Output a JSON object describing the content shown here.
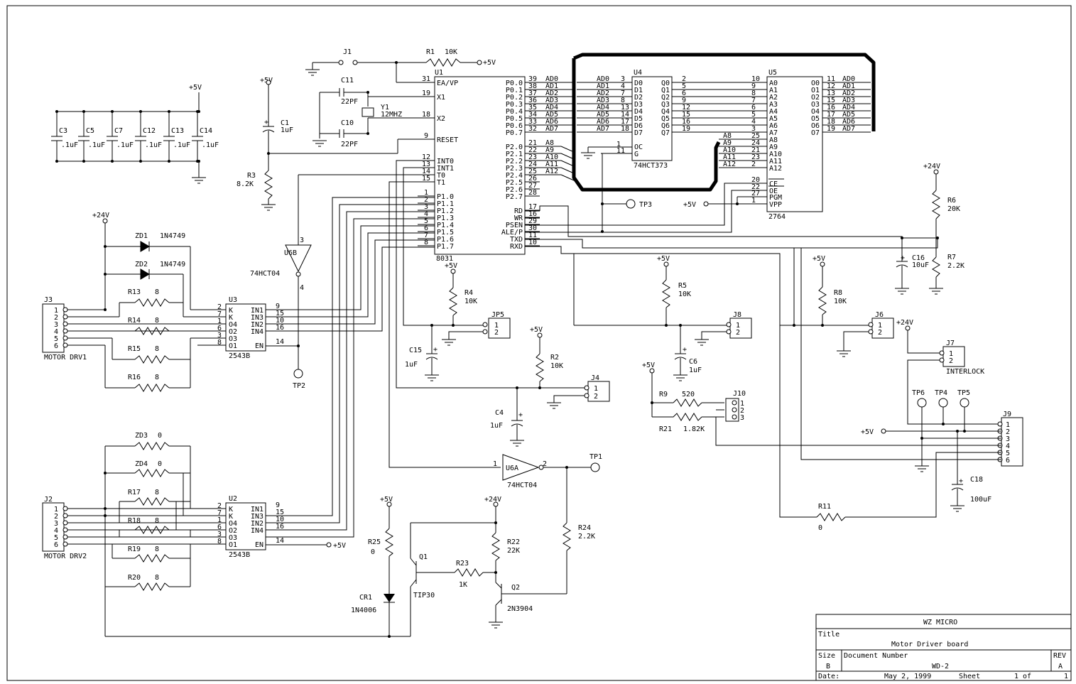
{
  "titleblock": {
    "company": "WZ MICRO",
    "title_label": "Title",
    "title": "Motor Driver board",
    "size_label": "Size",
    "size": "B",
    "docnum_label": "Document Number",
    "docnum": "WD-2",
    "rev_label": "REV",
    "rev": "A",
    "date_label": "Date:",
    "date": "May  2, 1999",
    "sheet_label": "Sheet",
    "sheet": "1",
    "of_label": "of",
    "sheets": "1"
  },
  "mcu": {
    "ref": "U1",
    "part": "8031",
    "left_pins": [
      {
        "num": "31",
        "name": "EA/VP"
      },
      {
        "num": "19",
        "name": "X1"
      },
      {
        "num": "18",
        "name": "X2"
      },
      {
        "num": "9",
        "name": "RESET"
      },
      {
        "num": "12",
        "name": "INT0"
      },
      {
        "num": "13",
        "name": "INT1"
      },
      {
        "num": "14",
        "name": "T0"
      },
      {
        "num": "15",
        "name": "T1"
      },
      {
        "num": "1",
        "name": "P1.0"
      },
      {
        "num": "2",
        "name": "P1.1"
      },
      {
        "num": "3",
        "name": "P1.2"
      },
      {
        "num": "4",
        "name": "P1.3"
      },
      {
        "num": "5",
        "name": "P1.4"
      },
      {
        "num": "6",
        "name": "P1.5"
      },
      {
        "num": "7",
        "name": "P1.6"
      },
      {
        "num": "8",
        "name": "P1.7"
      }
    ],
    "right_pins": [
      {
        "num": "39",
        "name": "P0.0",
        "net": "AD0"
      },
      {
        "num": "38",
        "name": "P0.1",
        "net": "AD1"
      },
      {
        "num": "37",
        "name": "P0.2",
        "net": "AD2"
      },
      {
        "num": "36",
        "name": "P0.3",
        "net": "AD3"
      },
      {
        "num": "35",
        "name": "P0.4",
        "net": "AD4"
      },
      {
        "num": "34",
        "name": "P0.5",
        "net": "AD5"
      },
      {
        "num": "33",
        "name": "P0.6",
        "net": "AD6"
      },
      {
        "num": "32",
        "name": "P0.7",
        "net": "AD7"
      },
      {
        "num": "21",
        "name": "P2.0",
        "net": "A8"
      },
      {
        "num": "22",
        "name": "P2.1",
        "net": "A9"
      },
      {
        "num": "23",
        "name": "P2.2",
        "net": "A10"
      },
      {
        "num": "24",
        "name": "P2.3",
        "net": "A11"
      },
      {
        "num": "25",
        "name": "P2.4",
        "net": "A12"
      },
      {
        "num": "26",
        "name": "P2.5",
        "net": ""
      },
      {
        "num": "27",
        "name": "P2.6",
        "net": ""
      },
      {
        "num": "28",
        "name": "P2.7",
        "net": ""
      },
      {
        "num": "17",
        "name": "RD",
        "net": ""
      },
      {
        "num": "16",
        "name": "WR",
        "net": ""
      },
      {
        "num": "29",
        "name": "PSEN",
        "net": ""
      },
      {
        "num": "30",
        "name": "ALE/P",
        "net": ""
      },
      {
        "num": "11",
        "name": "TXD",
        "net": ""
      },
      {
        "num": "10",
        "name": "RXD",
        "net": ""
      }
    ]
  },
  "latch": {
    "ref": "U4",
    "part": "74HCT373",
    "rows": [
      {
        "net": "AD0",
        "din": "3",
        "d": "D0",
        "q": "Q0",
        "qout": "2"
      },
      {
        "net": "AD1",
        "din": "4",
        "d": "D1",
        "q": "Q1",
        "qout": "5"
      },
      {
        "net": "AD2",
        "din": "7",
        "d": "D2",
        "q": "Q2",
        "qout": "6"
      },
      {
        "net": "AD3",
        "din": "8",
        "d": "D3",
        "q": "Q3",
        "qout": "9"
      },
      {
        "net": "AD4",
        "din": "13",
        "d": "D4",
        "q": "Q4",
        "qout": "12"
      },
      {
        "net": "AD5",
        "din": "14",
        "d": "D5",
        "q": "Q5",
        "qout": "15"
      },
      {
        "net": "AD6",
        "din": "17",
        "d": "D6",
        "q": "Q6",
        "qout": "16"
      },
      {
        "net": "AD7",
        "din": "18",
        "d": "D7",
        "q": "Q7",
        "qout": "19"
      }
    ],
    "oc_pin": "1",
    "oc": "OC",
    "g_pin": "11",
    "g": "G"
  },
  "eprom": {
    "ref": "U5",
    "part": "2764",
    "addr": [
      {
        "pin": "10",
        "name": "A0"
      },
      {
        "pin": "9",
        "name": "A1"
      },
      {
        "pin": "8",
        "name": "A2"
      },
      {
        "pin": "7",
        "name": "A3"
      },
      {
        "pin": "6",
        "name": "A4"
      },
      {
        "pin": "5",
        "name": "A5"
      },
      {
        "pin": "4",
        "name": "A6"
      },
      {
        "pin": "3",
        "name": "A7"
      },
      {
        "pin": "25",
        "name": "A8",
        "net": "A8"
      },
      {
        "pin": "24",
        "name": "A9",
        "net": "A9"
      },
      {
        "pin": "21",
        "name": "A10",
        "net": "A10"
      },
      {
        "pin": "23",
        "name": "A11",
        "net": "A11"
      },
      {
        "pin": "2",
        "name": "A12",
        "net": "A12"
      }
    ],
    "ctrl": [
      {
        "pin": "20",
        "name": "CE"
      },
      {
        "pin": "22",
        "name": "OE"
      },
      {
        "pin": "27",
        "name": "PGM"
      },
      {
        "pin": "1",
        "name": "VPP"
      }
    ],
    "out": [
      {
        "name": "O0",
        "pin": "11",
        "net": "AD0"
      },
      {
        "name": "O1",
        "pin": "12",
        "net": "AD1"
      },
      {
        "name": "O2",
        "pin": "13",
        "net": "AD2"
      },
      {
        "name": "O3",
        "pin": "15",
        "net": "AD3"
      },
      {
        "name": "O4",
        "pin": "16",
        "net": "AD4"
      },
      {
        "name": "O5",
        "pin": "17",
        "net": "AD5"
      },
      {
        "name": "O6",
        "pin": "18",
        "net": "AD6"
      },
      {
        "name": "O7",
        "pin": "19",
        "net": "AD7"
      }
    ]
  },
  "drivers": {
    "u3": {
      "ref": "U3",
      "part": "2543B"
    },
    "u2": {
      "ref": "U2",
      "part": "2543B"
    },
    "left_pins": [
      {
        "num": "2",
        "name": "K"
      },
      {
        "num": "7",
        "name": "K"
      },
      {
        "num": "1",
        "name": "O4"
      },
      {
        "num": "6",
        "name": "O2"
      },
      {
        "num": "3",
        "name": "O3"
      },
      {
        "num": "8",
        "name": "O1"
      }
    ],
    "right_pins": [
      {
        "num": "9",
        "name": "IN1"
      },
      {
        "num": "15",
        "name": "IN3"
      },
      {
        "num": "10",
        "name": "IN2"
      },
      {
        "num": "16",
        "name": "IN4"
      },
      {
        "num": "14",
        "name": "EN"
      }
    ]
  },
  "connectors": {
    "j3": {
      "ref": "J3",
      "label": "MOTOR DRV1",
      "pins": [
        "1",
        "2",
        "3",
        "4",
        "5",
        "6"
      ]
    },
    "j2": {
      "ref": "J2",
      "label": "MOTOR DRV2",
      "pins": [
        "1",
        "2",
        "3",
        "4",
        "5",
        "6"
      ]
    },
    "j9": {
      "ref": "J9",
      "pins": [
        "1",
        "2",
        "3",
        "4",
        "5",
        "6"
      ]
    },
    "j10": {
      "ref": "J10",
      "pins": [
        "1",
        "2",
        "3"
      ]
    },
    "j7": {
      "ref": "J7",
      "label": "INTERLOCK",
      "pins": [
        "1",
        "2"
      ]
    },
    "jp5": {
      "ref": "JP5",
      "pins": [
        "1",
        "2"
      ]
    },
    "j8": {
      "ref": "J8",
      "pins": [
        "1",
        "2"
      ]
    },
    "j6": {
      "ref": "J6",
      "pins": [
        "1",
        "2"
      ]
    },
    "j4": {
      "ref": "J4",
      "pins": [
        "1",
        "2"
      ]
    },
    "j1": {
      "ref": "J1"
    }
  },
  "parts": {
    "r1": {
      "ref": "R1",
      "val": "10K"
    },
    "r2": {
      "ref": "R2",
      "val": "10K"
    },
    "r3": {
      "ref": "R3",
      "val": "8.2K"
    },
    "r4": {
      "ref": "R4",
      "val": "10K"
    },
    "r5": {
      "ref": "R5",
      "val": "10K"
    },
    "r6": {
      "ref": "R6",
      "val": "20K"
    },
    "r7": {
      "ref": "R7",
      "val": "2.2K"
    },
    "r8": {
      "ref": "R8",
      "val": "10K"
    },
    "r9": {
      "ref": "R9",
      "val": "520"
    },
    "r11": {
      "ref": "R11",
      "val": "0"
    },
    "r13": {
      "ref": "R13",
      "val": "8"
    },
    "r14": {
      "ref": "R14",
      "val": "8"
    },
    "r15": {
      "ref": "R15",
      "val": "8"
    },
    "r16": {
      "ref": "R16",
      "val": "8"
    },
    "r17": {
      "ref": "R17",
      "val": "8"
    },
    "r18": {
      "ref": "R18",
      "val": "8"
    },
    "r19": {
      "ref": "R19",
      "val": "8"
    },
    "r20": {
      "ref": "R20",
      "val": "8"
    },
    "r21": {
      "ref": "R21",
      "val": "1.82K"
    },
    "r22": {
      "ref": "R22",
      "val": "22K"
    },
    "r23": {
      "ref": "R23",
      "val": "1K"
    },
    "r24": {
      "ref": "R24",
      "val": "2.2K"
    },
    "r25": {
      "ref": "R25",
      "val": "0"
    },
    "zd1": {
      "ref": "ZD1",
      "val": "1N4749"
    },
    "zd2": {
      "ref": "ZD2",
      "val": "1N4749"
    },
    "zd3": {
      "ref": "ZD3",
      "val": "0"
    },
    "zd4": {
      "ref": "ZD4",
      "val": "0"
    },
    "c1": {
      "ref": "C1",
      "val": "1uF"
    },
    "c3": {
      "ref": "C3",
      "val": ".1uF"
    },
    "c4": {
      "ref": "C4",
      "val": "1uF"
    },
    "c5": {
      "ref": "C5",
      "val": ".1uF"
    },
    "c6": {
      "ref": "C6",
      "val": "1uF"
    },
    "c7": {
      "ref": "C7",
      "val": ".1uF"
    },
    "c10": {
      "ref": "C10",
      "val": "22PF"
    },
    "c11": {
      "ref": "C11",
      "val": "22PF"
    },
    "c12": {
      "ref": "C12",
      "val": ".1uF"
    },
    "c13": {
      "ref": "C13",
      "val": ".1uF"
    },
    "c14": {
      "ref": "C14",
      "val": ".1uF"
    },
    "c15": {
      "ref": "C15",
      "val": "1uF"
    },
    "c16": {
      "ref": "C16",
      "val": "10uF"
    },
    "c18": {
      "ref": "C18",
      "val": "100uF"
    },
    "y1": {
      "ref": "Y1",
      "val": "12MHZ"
    },
    "u6a": {
      "ref": "U6A",
      "val": "74HCT04",
      "in": "1",
      "out": "2"
    },
    "u6b": {
      "ref": "U6B",
      "val": "74HCT04",
      "in": "3",
      "out": "4"
    },
    "q1": {
      "ref": "Q1",
      "val": "TIP30"
    },
    "q2": {
      "ref": "Q2",
      "val": "2N3904"
    },
    "cr1": {
      "ref": "CR1",
      "val": "1N4006"
    }
  },
  "nets": {
    "p5v": "+5V",
    "p24v": "+24V",
    "cap_plus": "+"
  },
  "testpoints": [
    "TP1",
    "TP2",
    "TP3",
    "TP4",
    "TP5",
    "TP6"
  ]
}
